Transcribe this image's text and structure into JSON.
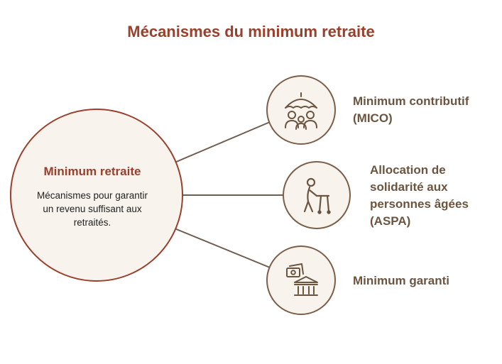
{
  "title": "Mécanismes du minimum retraite",
  "center": {
    "title": "Minimum retraite",
    "description": "Mécanismes pour garantir un revenu suffisant aux retraités."
  },
  "branches": [
    {
      "label_line1": "Minimum contributif",
      "label_line2": "(MICO)",
      "icon": "family-umbrella-icon"
    },
    {
      "label_line1": "Allocation de",
      "label_line2": "solidarité aux",
      "label_line3": "personnes âgées",
      "label_line4": "(ASPA)",
      "icon": "elderly-walker-icon"
    },
    {
      "label_line1": "Minimum garanti",
      "icon": "money-bank-icon"
    }
  ],
  "colors": {
    "accent": "#9a3f2b",
    "label": "#6b5540",
    "node_fill": "#f8f3ec",
    "node_stroke": "#7a5f4a",
    "connector": "#6e5d4f"
  }
}
